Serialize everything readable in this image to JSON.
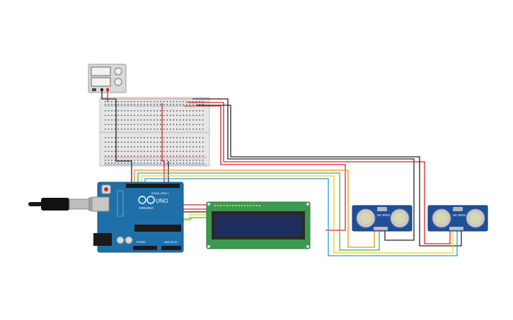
{
  "canvas": {
    "background": "#ffffff"
  },
  "arduino": {
    "brand": "ARDUINO",
    "model": "UNO",
    "digital_label": "DIGITAL (PWM~)",
    "power_label": "POWER",
    "analog_label": "ANALOG IN",
    "board_color": "#1f6fa8",
    "dark_color": "#1a4f7a"
  },
  "sensors": [
    {
      "label": "HC-SR04"
    },
    {
      "label": "HC-SR04"
    }
  ],
  "colors": {
    "red_wire": "#e02020",
    "black_wire": "#222222",
    "orange_wire": "#f28a1e",
    "green_wire": "#3db83d",
    "yellow_wire": "#e6d21f",
    "blue_wire": "#2a9fd6",
    "lcd_pcb": "#3c9a4e",
    "lcd_screen": "#1e2f5e",
    "sensor_pcb": "#1f4f9a",
    "breadboard": "#e9e9e9"
  }
}
